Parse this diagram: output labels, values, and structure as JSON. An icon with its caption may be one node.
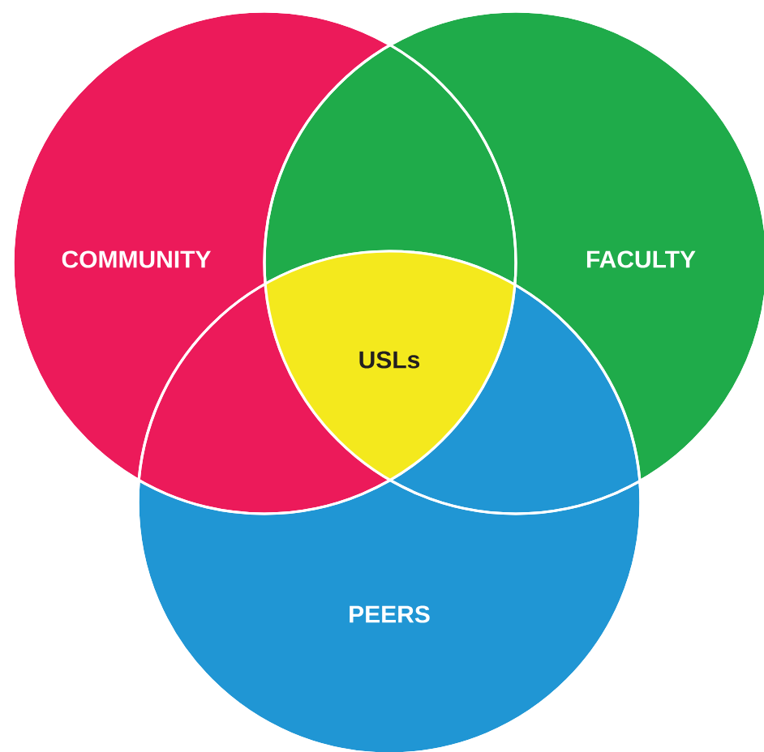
{
  "diagram": {
    "nodes": [
      {
        "text": [
          "COMMUNITY"
        ]
      },
      {
        "text": [
          "FACULTY"
        ]
      },
      {
        "text": [
          "PEERS"
        ]
      },
      {
        "text": [
          "USLs"
        ]
      }
    ]
  }
}
